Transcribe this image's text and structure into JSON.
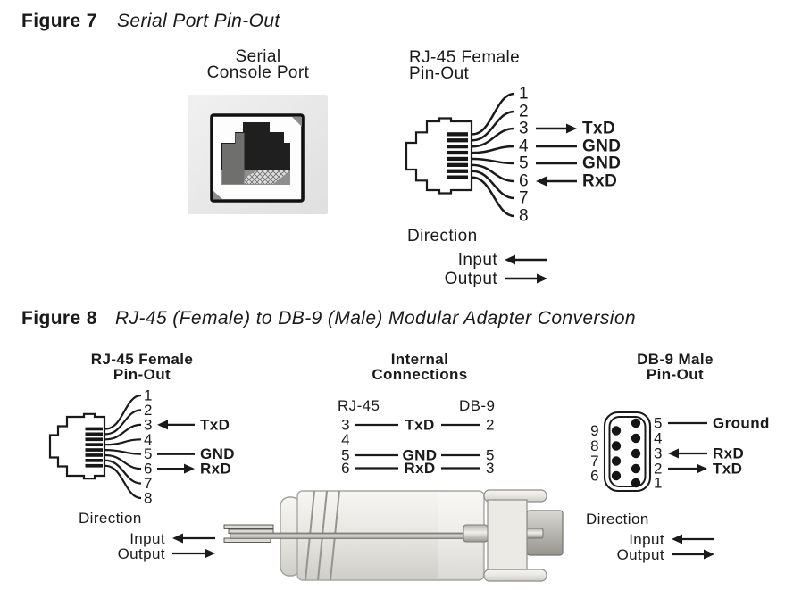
{
  "colors": {
    "ink": "#1a1a1a",
    "panel": "#e9e9e9",
    "adapter_body": "#e8e7e2",
    "adapter_plug": "#a3a29c"
  },
  "figure7": {
    "label": "Figure 7",
    "title": "Serial Port Pin-Out",
    "console_port_label": {
      "line1": "Serial",
      "line2": "Console Port"
    },
    "rj45_heading": {
      "line1": "RJ-45 Female",
      "line2": "Pin-Out"
    },
    "pins": [
      {
        "number": "1",
        "signal": ""
      },
      {
        "number": "2",
        "signal": ""
      },
      {
        "number": "3",
        "signal": "TxD",
        "direction": "output"
      },
      {
        "number": "4",
        "signal": "GND",
        "direction": "none"
      },
      {
        "number": "5",
        "signal": "GND",
        "direction": "none"
      },
      {
        "number": "6",
        "signal": "RxD",
        "direction": "input"
      },
      {
        "number": "7",
        "signal": ""
      },
      {
        "number": "8",
        "signal": ""
      }
    ],
    "direction_legend": {
      "title": "Direction",
      "input": "Input",
      "output": "Output"
    }
  },
  "figure8": {
    "label": "Figure 8",
    "title": "RJ-45 (Female) to DB-9 (Male) Modular Adapter Conversion",
    "rj45_heading": {
      "line1": "RJ-45 Female",
      "line2": "Pin-Out"
    },
    "rj45_pins": [
      {
        "number": "1",
        "signal": ""
      },
      {
        "number": "2",
        "signal": ""
      },
      {
        "number": "3",
        "signal": "TxD",
        "direction": "input"
      },
      {
        "number": "4",
        "signal": ""
      },
      {
        "number": "5",
        "signal": "GND",
        "direction": "none"
      },
      {
        "number": "6",
        "signal": "RxD",
        "direction": "output"
      },
      {
        "number": "7",
        "signal": ""
      },
      {
        "number": "8",
        "signal": ""
      }
    ],
    "internal": {
      "heading": {
        "line1": "Internal",
        "line2": "Connections"
      },
      "left_header": "RJ-45",
      "right_header": "DB-9",
      "rows": [
        {
          "rj45": "3",
          "signal": "TxD",
          "db9": "2"
        },
        {
          "rj45": "4",
          "signal": "",
          "db9": ""
        },
        {
          "rj45": "5",
          "signal": "GND",
          "db9": "5"
        },
        {
          "rj45": "6",
          "signal": "RxD",
          "db9": "3"
        }
      ]
    },
    "db9_heading": {
      "line1": "DB-9 Male",
      "line2": "Pin-Out"
    },
    "db9_left_pins": [
      "9",
      "8",
      "7",
      "6"
    ],
    "db9_right_pins": [
      {
        "number": "5",
        "signal": "Ground",
        "direction": "none"
      },
      {
        "number": "4",
        "signal": ""
      },
      {
        "number": "3",
        "signal": "RxD",
        "direction": "input"
      },
      {
        "number": "2",
        "signal": "TxD",
        "direction": "output"
      },
      {
        "number": "1",
        "signal": ""
      }
    ],
    "direction_legend_left": {
      "title": "Direction",
      "input": "Input",
      "output": "Output"
    },
    "direction_legend_right": {
      "title": "Direction",
      "input": "Input",
      "output": "Output"
    }
  }
}
